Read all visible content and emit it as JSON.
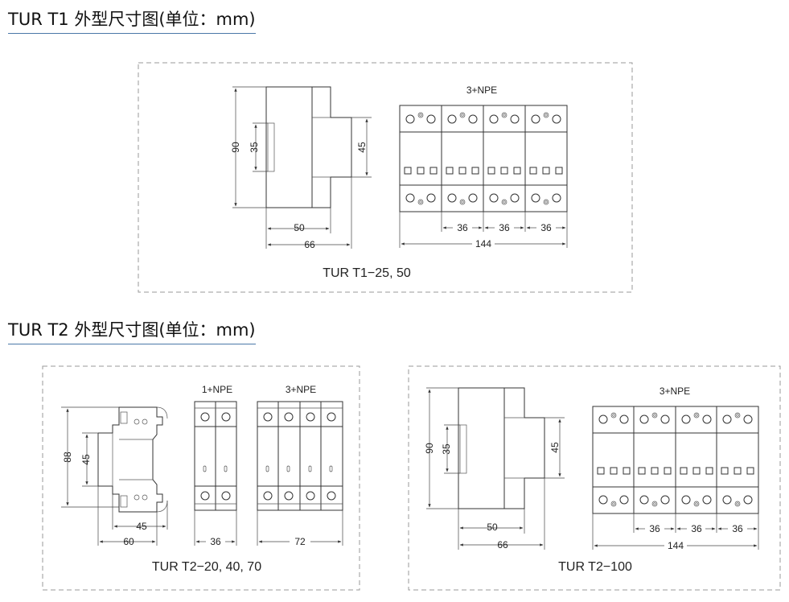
{
  "sections": [
    {
      "title": "TUR T1 外型尺寸图(单位：mm)"
    },
    {
      "title": "TUR T2 外型尺寸图(单位：mm)"
    }
  ],
  "t1": {
    "caption": "TUR T1−25, 50",
    "config": "3+NPE",
    "dims": {
      "h90": "90",
      "h35": "35",
      "h45": "45",
      "w50": "50",
      "w66": "66",
      "p1": "36",
      "p2": "36",
      "p3": "36",
      "total": "144"
    }
  },
  "t2a": {
    "caption": "TUR T2−20, 40, 70",
    "config1": "1+NPE",
    "config3": "3+NPE",
    "dims": {
      "h88": "88",
      "h45": "45",
      "w45": "45",
      "w60": "60",
      "w36": "36",
      "w72": "72"
    }
  },
  "t2b": {
    "caption": "TUR T2−100",
    "config": "3+NPE",
    "dims": {
      "h90": "90",
      "h35": "35",
      "h45": "45",
      "w50": "50",
      "w66": "66",
      "p1": "36",
      "p2": "36",
      "p3": "36",
      "total": "144"
    }
  }
}
